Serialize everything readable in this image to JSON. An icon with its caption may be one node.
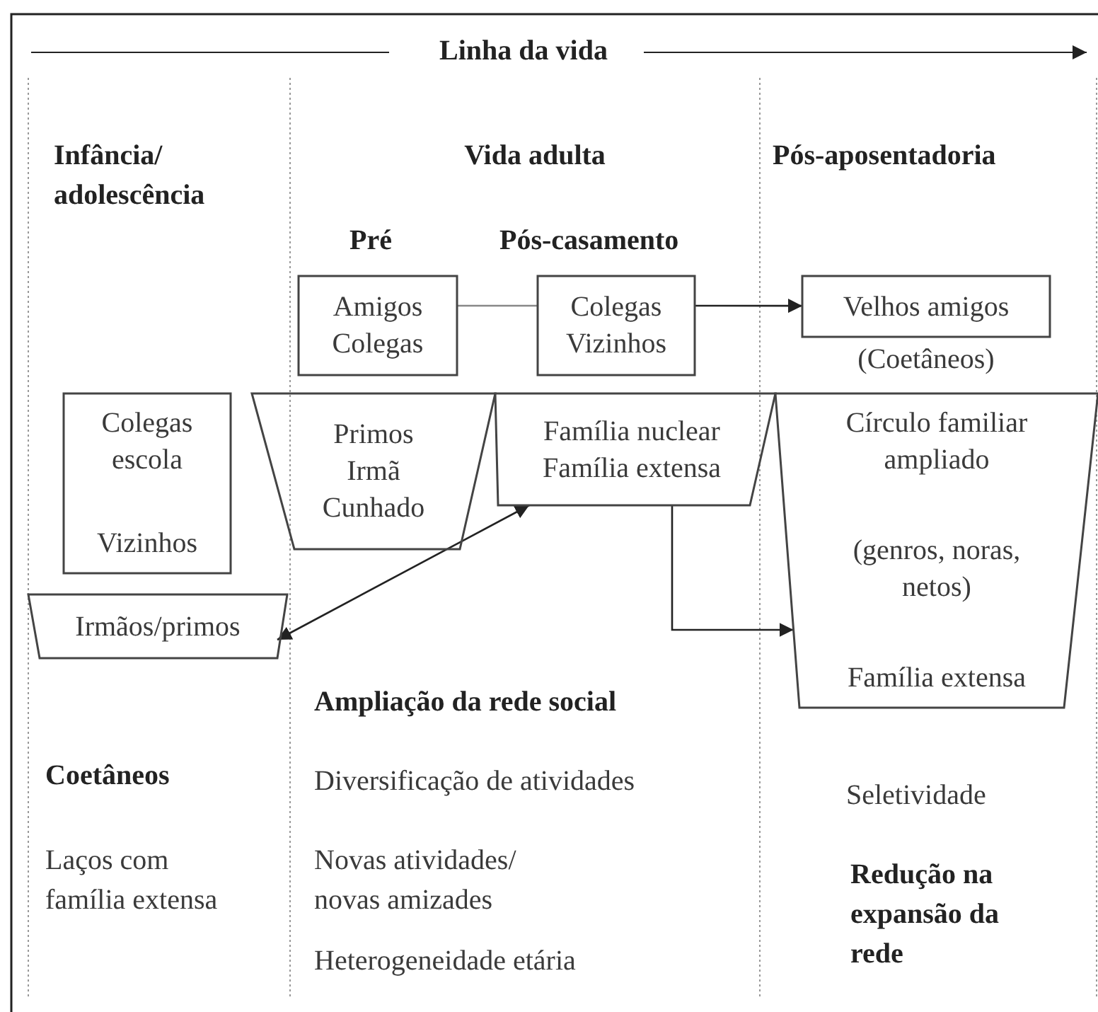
{
  "diagram": {
    "title": "Linha da vida",
    "nodes": [
      {
        "text": [
          "Amigos Colegas"
        ]
      },
      {
        "text": [
          "Colegas Vizinhos"
        ]
      },
      {
        "text": [
          "Velhos amigos"
        ],
        "beside": [
          "(Coetâneos)"
        ]
      },
      {
        "text": [
          "Colegas escola",
          "Vizinhos"
        ]
      },
      {
        "text": [
          "Primos Irmã Cunhado"
        ]
      },
      {
        "text": [
          "Família nuclear Família extensa"
        ]
      },
      {
        "text": [
          "Círculo familiar ampliado",
          "(genros, noras, netos)",
          "Família extensa"
        ]
      },
      {
        "text": [
          "Irmãos/primos"
        ]
      }
    ],
    "edges": [
      {
        "from": 0,
        "to": 1,
        "arrow": "none",
        "color": "#888888"
      },
      {
        "from": 1,
        "to": 2,
        "arrow": "to"
      },
      {
        "from": 7,
        "to": 5,
        "arrow": "both"
      },
      {
        "from": 5,
        "to": 6,
        "arrow": "to"
      }
    ],
    "labels": [
      "Infância/ adolescência",
      "Vida adulta",
      "Pós-aposentadoria",
      "Pré",
      "Pós-casamento",
      "Ampliação da rede social",
      "Coetâneos",
      "Diversificação de atividades",
      "Seletividade",
      "Laços com família extensa",
      "Novas atividades/ novas amizades",
      "Redução na expansão da rede",
      "Heterogeneidade etária"
    ]
  }
}
